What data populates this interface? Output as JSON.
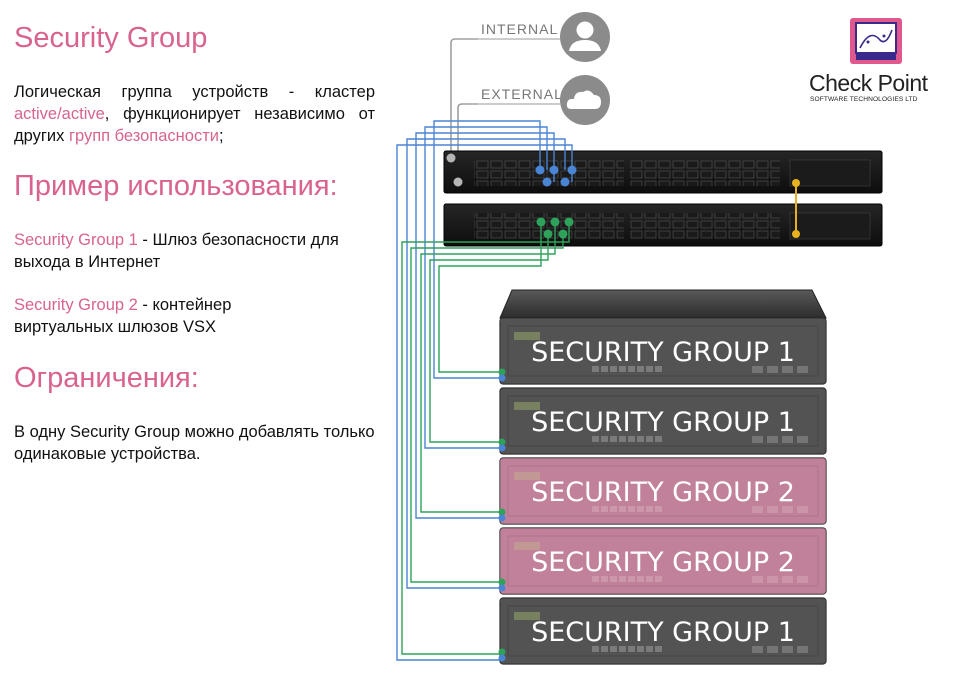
{
  "title": "Security Group",
  "intro": {
    "text1": "Логическая группа устройств - кластер ",
    "highlight1": "active/active",
    "text2": ", функционирует независимо от других ",
    "highlight2": "групп безопасности",
    "text3": ";"
  },
  "usage": {
    "heading": "Пример использования:",
    "item1": {
      "name": "Security Group 1",
      "text": " - Шлюз безопасности для выхода в Интернет"
    },
    "item2": {
      "name": "Security Group 2",
      "text": " - контейнер виртуальных шлюзов VSX"
    }
  },
  "limits": {
    "heading": "Ограничения:",
    "text": "В одну Security Group можно добавлять только одинаковые устройства."
  },
  "network": {
    "internal_label": "INTERNAL",
    "external_label": "EXTERNAL",
    "internal_icon": "user-icon",
    "external_icon": "cloud-icon"
  },
  "appliances": [
    {
      "label": "SECURITY GROUP 1",
      "group": 1
    },
    {
      "label": "SECURITY GROUP 1",
      "group": 1
    },
    {
      "label": "SECURITY GROUP 2",
      "group": 2
    },
    {
      "label": "SECURITY GROUP 2",
      "group": 2
    },
    {
      "label": "SECURITY GROUP 1",
      "group": 1
    }
  ],
  "logo": {
    "name": "Check Point",
    "subtitle": "SOFTWARE TECHNOLOGIES LTD"
  },
  "colors": {
    "accent": "#d8638f",
    "group1_tint": "#5e5e5e",
    "group2_tint": "#c98aa2",
    "blue_link": "#4a84d4",
    "green_link": "#2ea25a",
    "gray_link": "#9a9a9a",
    "yellow_link": "#e8b21f"
  }
}
